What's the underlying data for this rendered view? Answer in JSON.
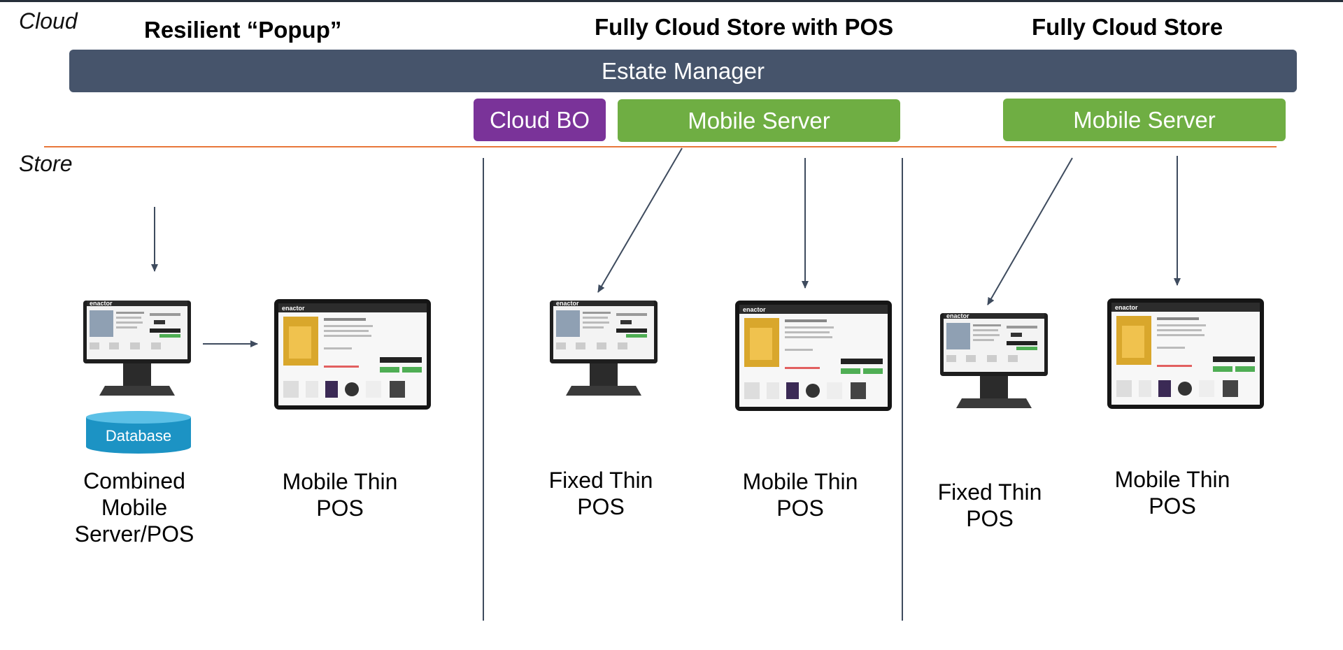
{
  "zones": {
    "cloud": "Cloud",
    "store": "Store"
  },
  "scenarios": [
    {
      "title": "Resilient “Popup”"
    },
    {
      "title": "Fully Cloud Store with POS"
    },
    {
      "title": "Fully Cloud Store"
    }
  ],
  "cloud_services": {
    "estate_manager": "Estate Manager",
    "cloud_bo": "Cloud BO",
    "mobile_server": "Mobile Server"
  },
  "database": "Database",
  "device_brand": "enactor",
  "captions": {
    "combined": "Combined Mobile Server/POS",
    "mobile_thin": "Mobile Thin POS",
    "fixed_thin": "Fixed Thin POS"
  },
  "colors": {
    "estate_manager": "#46546b",
    "cloud_bo": "#7a3399",
    "mobile_server": "#6fae43",
    "database": "#1c93c4",
    "divider": "#e8773a",
    "arrows": "#3e4b5e"
  }
}
